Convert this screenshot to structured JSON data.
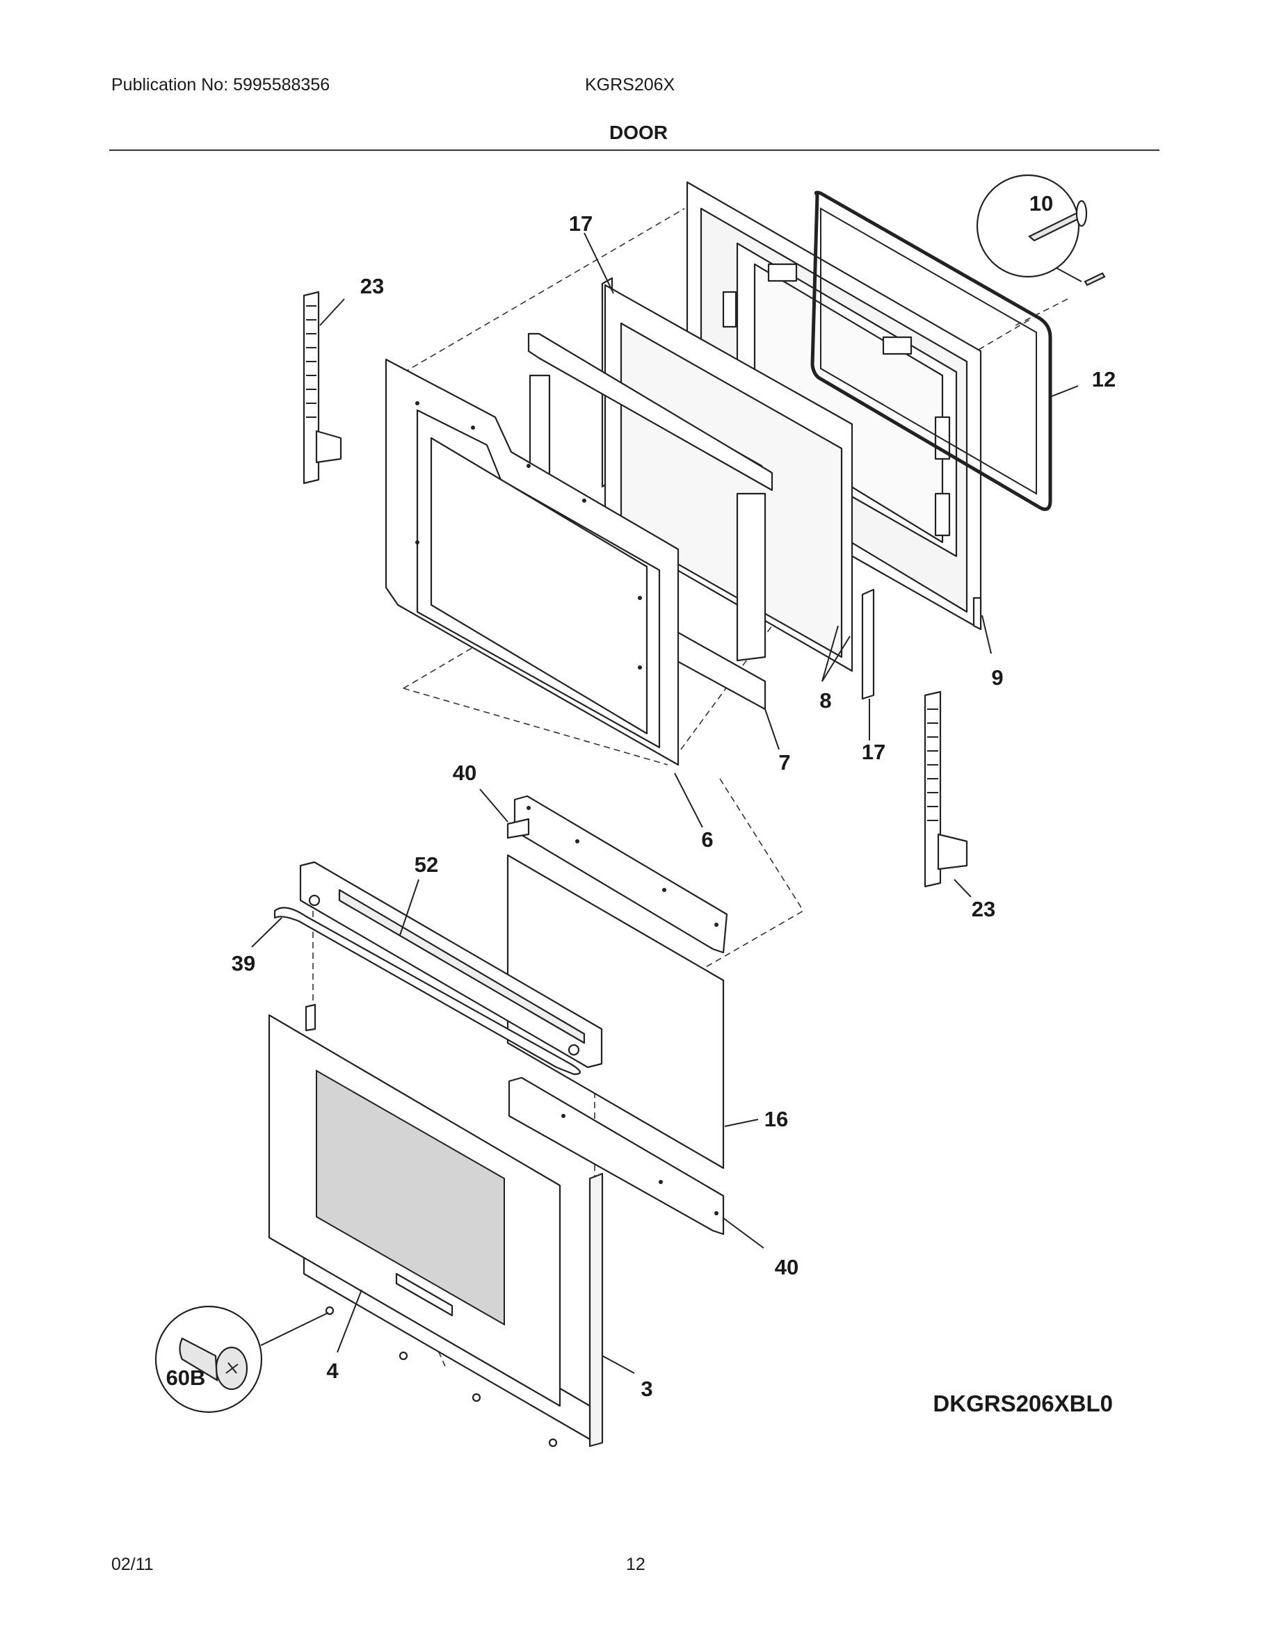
{
  "header": {
    "publication": "Publication No: 5995588356",
    "model": "KGRS206X",
    "title": "DOOR"
  },
  "footer": {
    "date": "02/11",
    "page": "12"
  },
  "diagram": {
    "code": "DKGRS206XBL0",
    "callouts": {
      "c10": "10",
      "c17a": "17",
      "c23a": "23",
      "c12": "12",
      "c9": "9",
      "c8": "8",
      "c7": "7",
      "c17b": "17",
      "c40a": "40",
      "c6": "6",
      "c52": "52",
      "c23b": "23",
      "c39": "39",
      "c16": "16",
      "c40b": "40",
      "c3": "3",
      "c4": "4",
      "c60b": "60B"
    }
  }
}
